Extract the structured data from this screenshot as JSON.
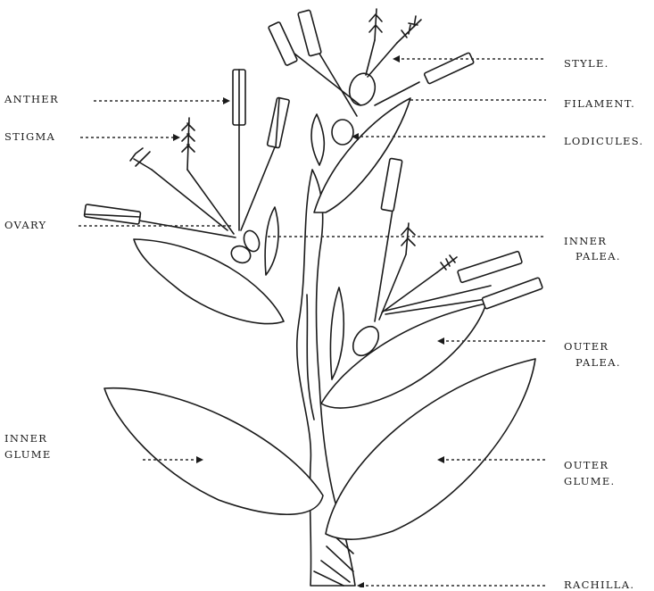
{
  "labels": {
    "anther": "ANTHER",
    "stigma": "STIGMA",
    "ovary": "OVARY",
    "inner_glume_1": "INNER",
    "inner_glume_2": "GLUME",
    "style": "STYLE.",
    "filament": "FILAMENT.",
    "lodicules": "LODICULES.",
    "inner_palea_1": "INNER",
    "inner_palea_2": "PALEA.",
    "outer_palea_1": "OUTER",
    "outer_palea_2": "PALEA.",
    "outer_glume_1": "OUTER",
    "outer_glume_2": "GLUME.",
    "rachilla": "RACHILLA."
  },
  "colors": {
    "ink": "#1a1a1a",
    "paper": "#ffffff"
  }
}
